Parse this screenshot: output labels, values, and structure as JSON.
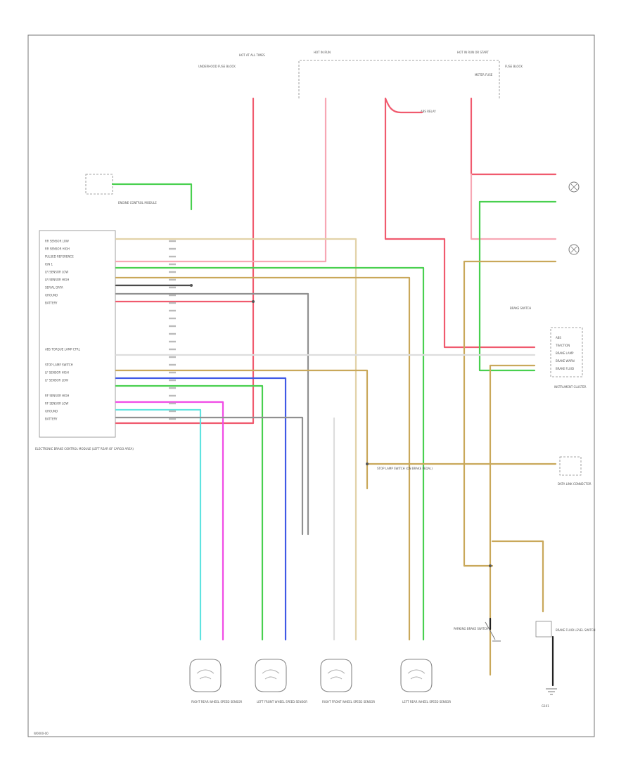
{
  "diagram": {
    "footer_code": "W0000-00",
    "colors": {
      "red": "#f05a6e",
      "pink": "#f7a7b4",
      "green": "#49d04f",
      "lightgreen": "#8ee28f",
      "tan": "#c9a85a",
      "cream": "#e2d2a8",
      "gray": "#909090",
      "dark": "#4a4a4a",
      "blue": "#4059e6",
      "magenta": "#f04be6",
      "cyan": "#5fe3e0",
      "white": "#dddddd",
      "black": "#222222"
    },
    "top_labels": {
      "fuse1": "HOT AT ALL TIMES",
      "fuse1_note": "UNDERHOOD FUSE BLOCK",
      "fuse2": "HOT IN RUN",
      "fuse3": "HOT IN RUN OR START",
      "fuse3_note": "FUSE BLOCK",
      "relay": "ABS RELAY",
      "fuse4": "METER FUSE"
    },
    "ebcm_label": "ELECTRONIC BRAKE CONTROL MODULE (LEFT REAR OF CARGO AREA)",
    "ecm_label": "ENGINE CONTROL MODULE",
    "pin_labels": [
      "RR SENSOR LOW",
      "RR SENSOR HIGH",
      "PULSED REFERENCE",
      "IGN 1",
      "LR SENSOR LOW",
      "LR SENSOR HIGH",
      "SERIAL DATA",
      "GROUND",
      "BATTERY",
      "",
      "",
      "",
      "",
      "",
      "ABS TORQUE LAMP CTRL",
      "",
      "STOP LAMP SWITCH",
      "LF SENSOR HIGH",
      "LF SENSOR LOW",
      "",
      "RF SENSOR HIGH",
      "RF SENSOR LOW",
      "GROUND",
      "BATTERY"
    ],
    "cluster_label": "INSTRUMENT CLUSTER",
    "cluster_pins": [
      "ABS",
      "TRACTION",
      "BRAKE LAMP",
      "BRAKE WARN",
      "BRAKE FLUID"
    ],
    "dlc_label": "DATA LINK CONNECTOR",
    "brake_switch_label": "BRAKE SWITCH",
    "stop_lamp_label": "STOP LAMP SWITCH (ON BRAKE PEDAL)",
    "parking_brake_label": "PARKING BRAKE SWITCH",
    "fluid_switch_label": "BRAKE FLUID LEVEL SWITCH",
    "ground_label": "G101",
    "sensors": [
      "RIGHT REAR WHEEL SPEED SENSOR",
      "LEFT FRONT WHEEL SPEED SENSOR",
      "RIGHT FRONT WHEEL SPEED SENSOR",
      "LEFT REAR WHEEL SPEED SENSOR"
    ]
  }
}
